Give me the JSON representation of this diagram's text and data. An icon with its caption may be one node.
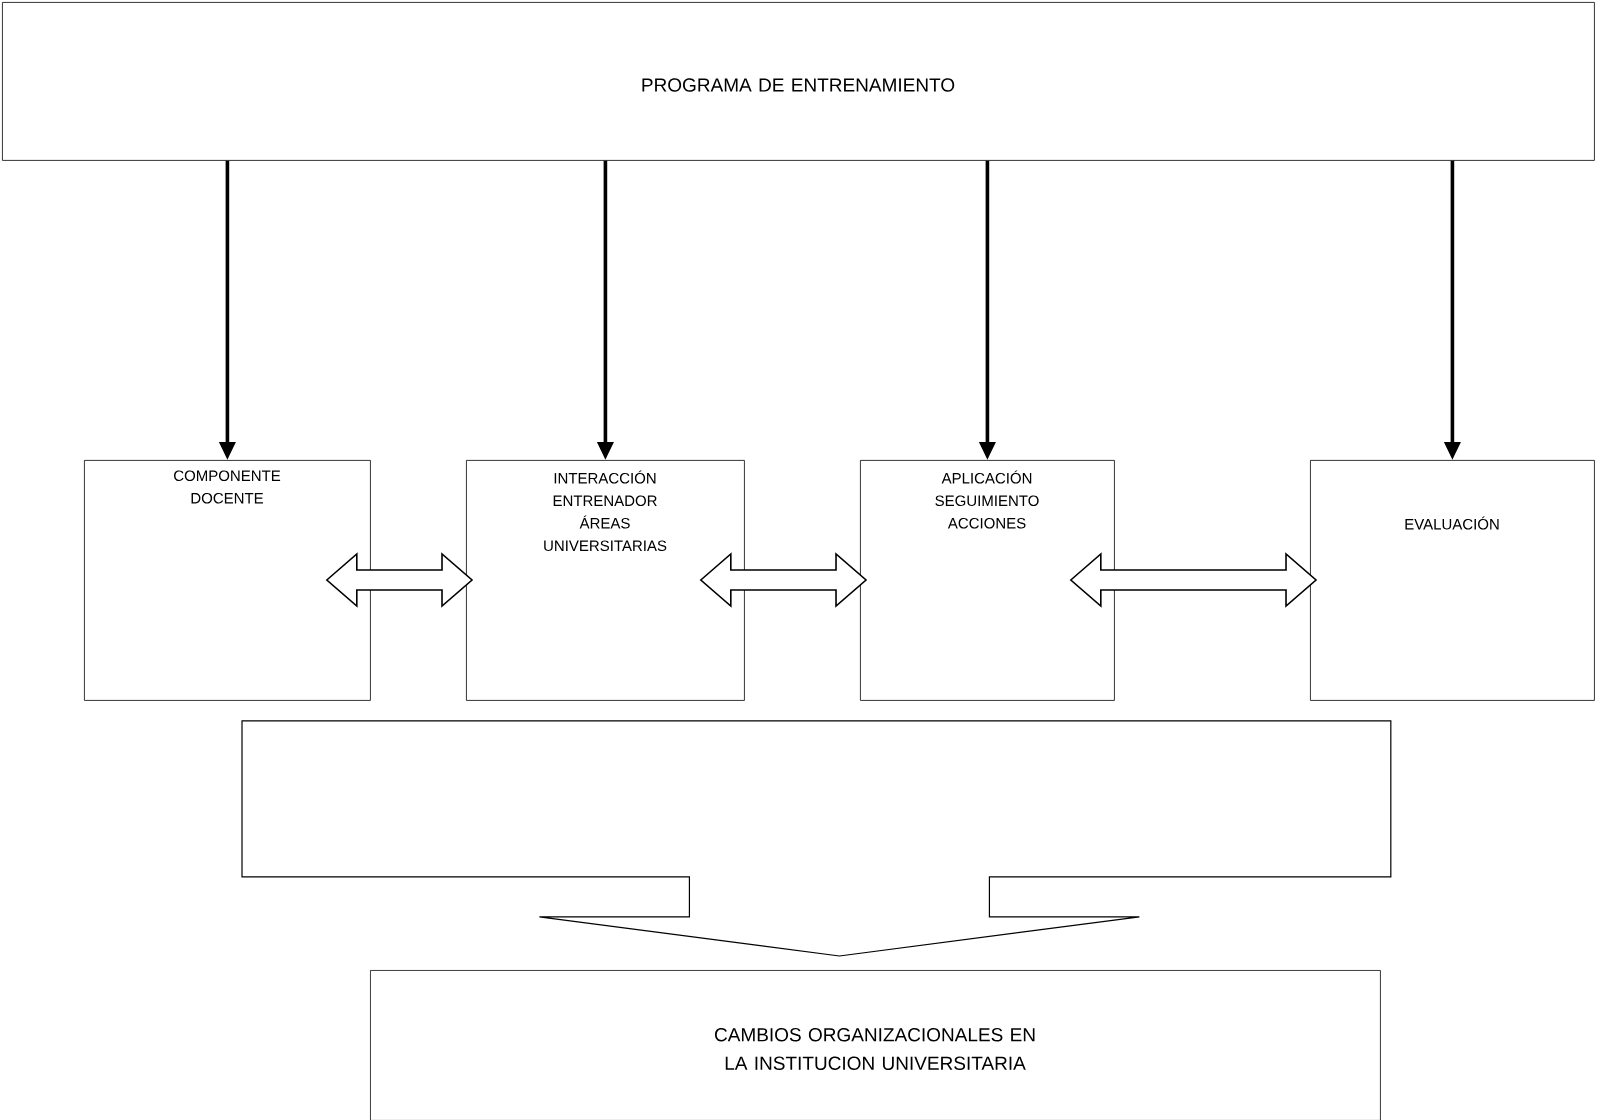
{
  "diagram": {
    "nodes": [
      {
        "text": [
          "PROGRAMA DE ENTRENAMIENTO"
        ]
      },
      {
        "text": [
          "COMPONENTE DOCENTE"
        ]
      },
      {
        "text": [
          "INTERACCIÓN ENTRENADOR ÁREAS UNIVERSITARIAS"
        ]
      },
      {
        "text": [
          "APLICACIÓN SEGUIMIENTO ACCIONES"
        ]
      },
      {
        "text": [
          "EVALUACIÓN"
        ]
      },
      {
        "text": [
          "CAMBIOS ORGANIZACIONALES EN LA INSTITUCION UNIVERSITARIA"
        ]
      }
    ],
    "edges": [
      {
        "from": 0,
        "to": 1,
        "arrow": "to"
      },
      {
        "from": 0,
        "to": 2,
        "arrow": "to"
      },
      {
        "from": 0,
        "to": 3,
        "arrow": "to"
      },
      {
        "from": 0,
        "to": 4,
        "arrow": "to"
      },
      {
        "from": 1,
        "to": 2,
        "arrow": "both"
      },
      {
        "from": 2,
        "to": 3,
        "arrow": "both"
      },
      {
        "from": 3,
        "to": 4,
        "arrow": "both"
      },
      {
        "from": 1,
        "to": 5,
        "arrow": "to"
      },
      {
        "from": 2,
        "to": 5,
        "arrow": "to"
      },
      {
        "from": 3,
        "to": 5,
        "arrow": "to"
      },
      {
        "from": 4,
        "to": 5,
        "arrow": "to"
      }
    ]
  }
}
